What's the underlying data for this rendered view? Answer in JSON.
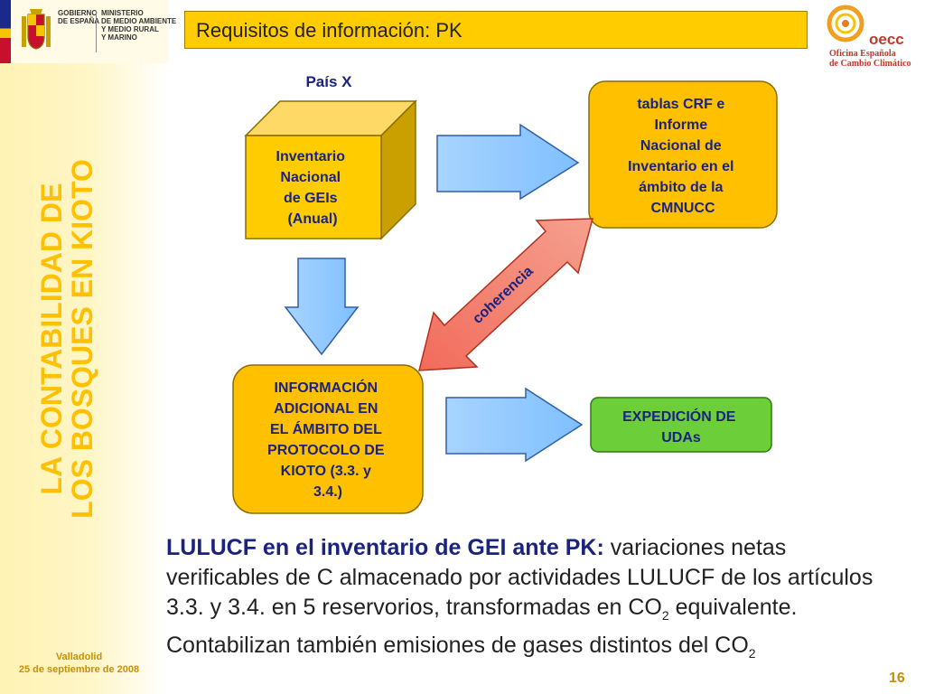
{
  "header": {
    "gov_label": [
      "GOBIERNO",
      "DE ESPAÑA"
    ],
    "ministry_label": [
      "MINISTERIO",
      "DE MEDIO AMBIENTE",
      "Y MEDIO RURAL",
      "Y MARINO"
    ],
    "oecc_name": "oecc",
    "oecc_sub": [
      "Oficina Española",
      "de Cambio Climático"
    ]
  },
  "sidebar": {
    "title_line1": "LA CONTABILIDAD DE",
    "title_line2": "LOS BOSQUES EN KIOTO",
    "footer_city": "Valladolid",
    "footer_date": "25 de septiembre de 2008"
  },
  "slide": {
    "title": "Requisitos de información: PK",
    "page_number": "16"
  },
  "diagram": {
    "country_label": "País X",
    "inventory": [
      "Inventario",
      "Nacional",
      "de GEIs",
      "(Anual)"
    ],
    "crf": [
      "tablas CRF e",
      "Informe",
      "Nacional de",
      "Inventario en el",
      "ámbito de la",
      "CMNUCC"
    ],
    "additional": [
      "INFORMACIÓN",
      "ADICIONAL EN",
      "EL ÁMBITO DEL",
      "PROTOCOLO DE",
      "KIOTO (3.3. y",
      "3.4.)"
    ],
    "expedition": [
      "EXPEDICIÓN DE",
      "UDAs"
    ],
    "coherence_label": "coherencia"
  },
  "body": {
    "para1_bold": "LULUCF en el inventario de GEI ante PK:",
    "para1_text": " variaciones netas verificables de C almacenado por actividades LULUCF de los artículos 3.3. y 3.4. en 5 reservorios, transformadas en CO",
    "para1_sub": "2",
    "para1_end": " equivalente.",
    "para2_text": "Contabilizan también emisiones de gases distintos del CO",
    "para2_sub": "2"
  }
}
